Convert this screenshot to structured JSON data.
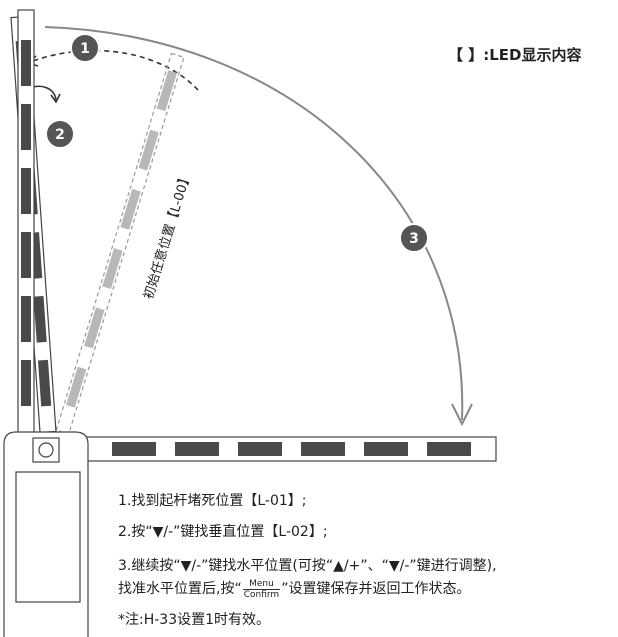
{
  "legend": {
    "text": "【 】:LED显示内容"
  },
  "diagram": {
    "markers": [
      "1",
      "2",
      "3"
    ],
    "initial_label": "初始任意位置【L-00】"
  },
  "steps": {
    "step1": "1.找到起杆堵死位置【L-01】;",
    "step2": "2.按“▼/-”键找垂直位置【L-02】;",
    "step3_line1": "3.继续按“▼/-”键找水平位置(可按“▲/+”、“▼/-”键进行调整),",
    "step3_line2_pre": "找准水平位置后,按“",
    "menu": "Menu",
    "confirm": "Confirm",
    "step3_line2_post": "”设置键保存并返回工作状态。",
    "note": "*注:H-33设置1时有效。"
  },
  "colors": {
    "segment": "#4a4a4a",
    "ghost_segment": "#b8b8b8",
    "marker": "#555555",
    "arc": "#888888"
  }
}
